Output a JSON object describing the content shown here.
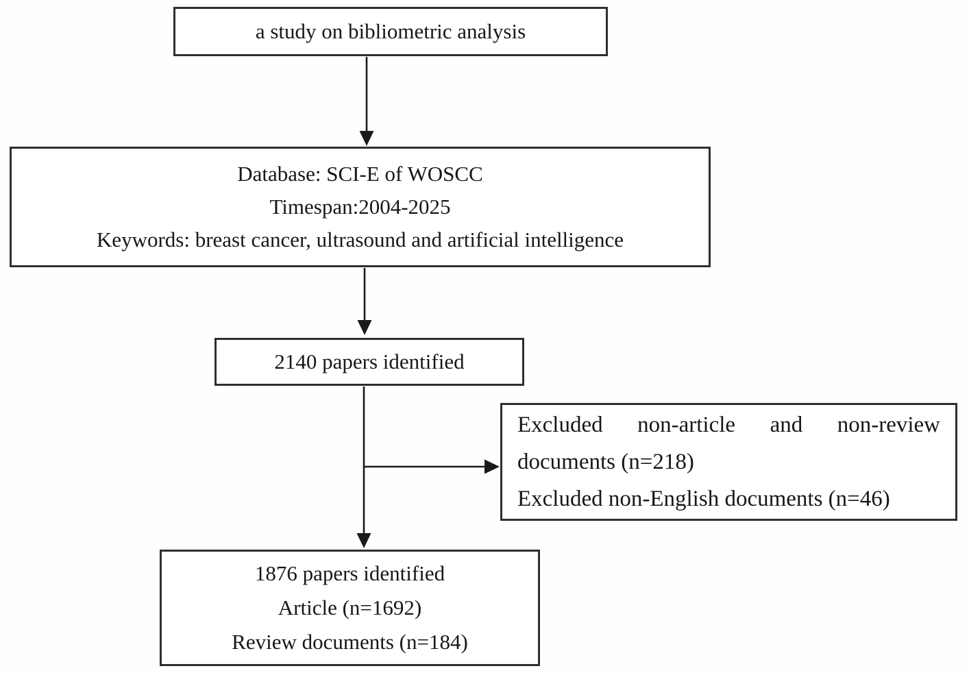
{
  "flowchart": {
    "boxes": {
      "study": {
        "text": "a study on bibliometric analysis"
      },
      "criteria": {
        "line1": "Database: SCI-E of WOSCC",
        "line2": "Timespan:2004-2025",
        "line3": "Keywords: breast cancer, ultrasound and artificial intelligence"
      },
      "identified": {
        "text": "2140 papers identified"
      },
      "excluded": {
        "line1": "Excluded non-article and non-review documents (n=218)",
        "line2": "Excluded non-English documents (n=46)"
      },
      "final": {
        "line1": "1876 papers identified",
        "line2": "Article (n=1692)",
        "line3": "Review documents (n=184)"
      }
    },
    "counts": {
      "papers_identified_initial": 2140,
      "excluded_non_article_non_review": 218,
      "excluded_non_english": 46,
      "papers_identified_final": 1876,
      "articles": 1692,
      "review_documents": 184
    },
    "colors": {
      "border": "#2f2f2f",
      "text": "#171717",
      "arrow": "#1a1a1a",
      "background": "#ffffff"
    }
  }
}
